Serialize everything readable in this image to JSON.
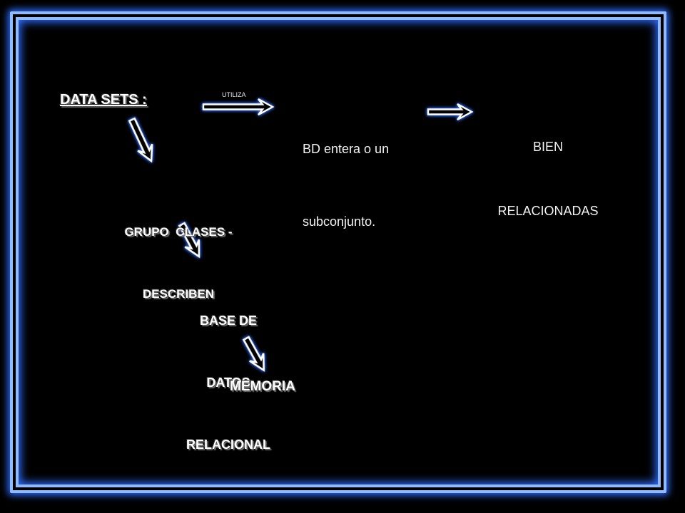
{
  "slide": {
    "nodes": {
      "data_sets": {
        "label": "DATA SETS :"
      },
      "bd_entera": {
        "lines": [
          "BD entera o un",
          "subconjunto."
        ]
      },
      "bien_relacionadas": {
        "lines": [
          "BIEN",
          "RELACIONADAS"
        ]
      },
      "grupo_clases": {
        "lines": [
          "GRUPO  CLASES -",
          "DESCRIBEN"
        ]
      },
      "base_datos": {
        "lines": [
          "BASE DE",
          "DATOS",
          "RELACIONAL"
        ]
      },
      "memoria": {
        "label": "MEMORIA"
      }
    },
    "edge_labels": {
      "utiliza": "UTILIZA"
    }
  },
  "colors": {
    "background": "#000000",
    "frame": "#8fbaff",
    "glow": "#2f6cff",
    "text": "#ffffff"
  }
}
